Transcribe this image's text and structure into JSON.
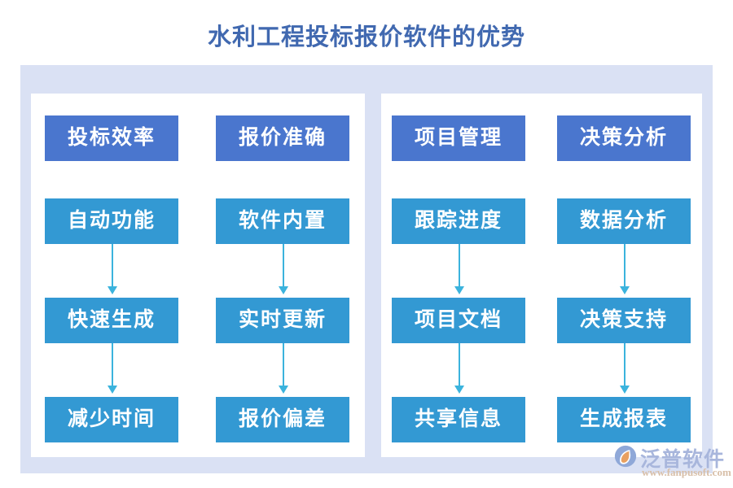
{
  "title": "水利工程投标报价软件的优势",
  "colors": {
    "title_text": "#4169B0",
    "frame_bg": "#DAE1F4",
    "panel_bg": "#FFFFFF",
    "head_node": "#4A76CE",
    "sub_node": "#3399D3",
    "connector": "#3BB3DD",
    "logo_text": "#A8B6DC",
    "logo_url": "#D8BFA8"
  },
  "panels": [
    {
      "name": "left-panel",
      "columns": [
        {
          "head": "投标效率",
          "steps": [
            "自动功能",
            "快速生成",
            "减少时间"
          ]
        },
        {
          "head": "报价准确",
          "steps": [
            "软件内置",
            "实时更新",
            "报价偏差"
          ]
        }
      ]
    },
    {
      "name": "right-panel",
      "columns": [
        {
          "head": "项目管理",
          "steps": [
            "跟踪进度",
            "项目文档",
            "共享信息"
          ]
        },
        {
          "head": "决策分析",
          "steps": [
            "数据分析",
            "决策支持",
            "生成报表"
          ]
        }
      ]
    }
  ],
  "nodes": {
    "c1r1": "投标效率",
    "c1r2": "自动功能",
    "c1r3": "快速生成",
    "c1r4": "减少时间",
    "c2r1": "报价准确",
    "c2r2": "软件内置",
    "c2r3": "实时更新",
    "c2r4": "报价偏差",
    "c3r1": "项目管理",
    "c3r2": "跟踪进度",
    "c3r3": "项目文档",
    "c3r4": "共享信息",
    "c4r1": "决策分析",
    "c4r2": "数据分析",
    "c4r3": "决策支持",
    "c4r4": "生成报表"
  },
  "logo": {
    "brand": "泛普软件",
    "url": "www.fanpusoft.com"
  }
}
